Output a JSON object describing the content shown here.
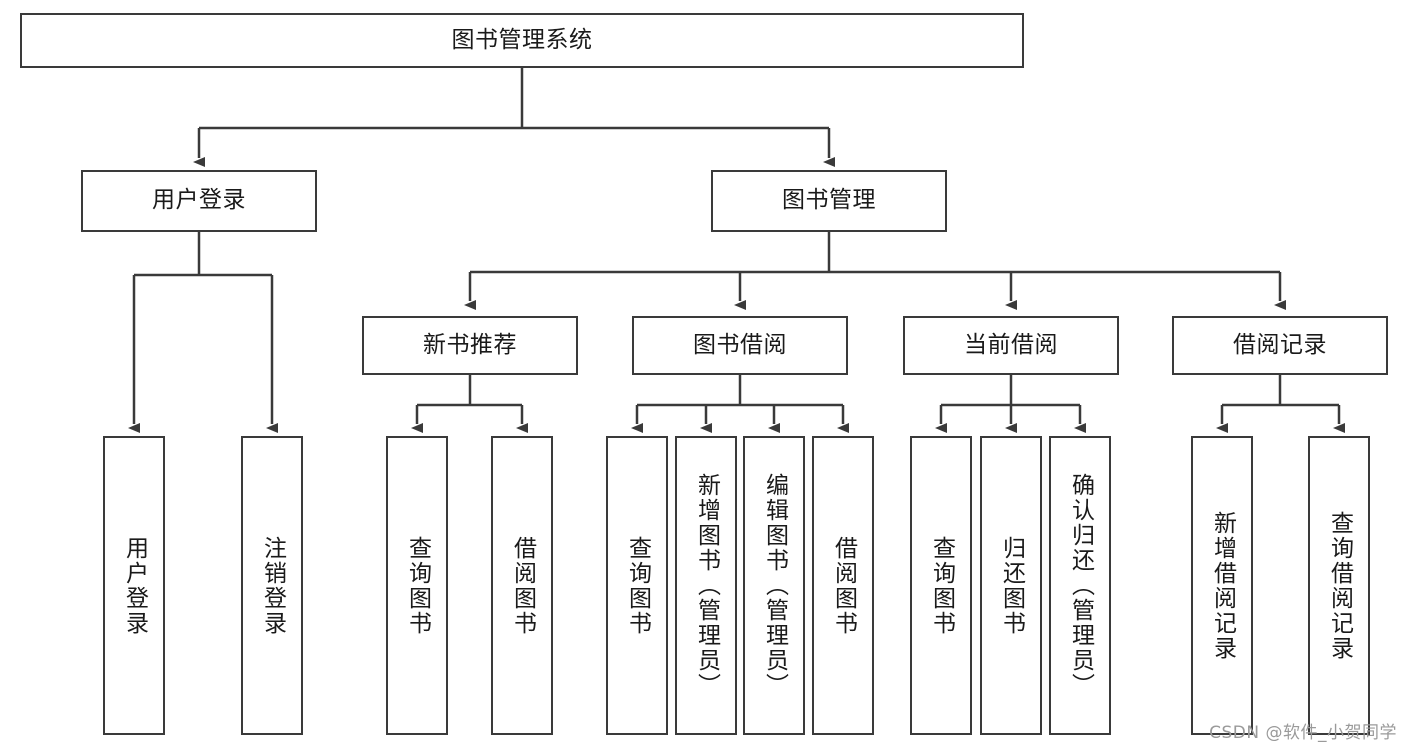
{
  "diagram": {
    "title_node": {
      "label": "图书管理系统"
    },
    "level2": [
      {
        "label": "用户登录"
      },
      {
        "label": "图书管理"
      }
    ],
    "level3": [
      {
        "label": "新书推荐"
      },
      {
        "label": "图书借阅"
      },
      {
        "label": "当前借阅"
      },
      {
        "label": "借阅记录"
      }
    ],
    "leaves": [
      {
        "label": "用户登录"
      },
      {
        "label": "注销登录"
      },
      {
        "label": "查询图书"
      },
      {
        "label": "借阅图书"
      },
      {
        "label": "查询图书"
      },
      {
        "label": "新增图书（管理员）"
      },
      {
        "label": "编辑图书（管理员）"
      },
      {
        "label": "借阅图书"
      },
      {
        "label": "查询图书"
      },
      {
        "label": "归还图书"
      },
      {
        "label": "确认归还（管理员）"
      },
      {
        "label": "新增借阅记录"
      },
      {
        "label": "查询借阅记录"
      }
    ]
  },
  "watermark": {
    "text": "CSDN @软件_小贺同学"
  },
  "colors": {
    "stroke": "#3a3a3a",
    "text": "#1a1a1a",
    "background": "#ffffff",
    "watermark": "#9a9a9a"
  }
}
